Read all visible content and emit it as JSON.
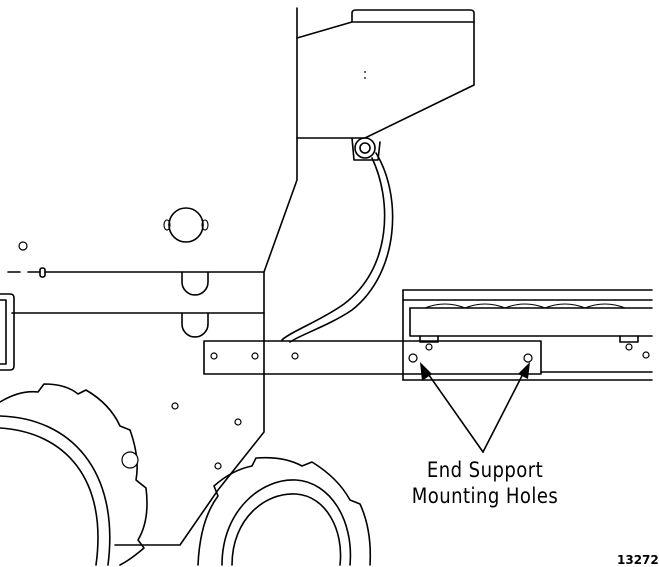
{
  "callout": {
    "line1": "End Support",
    "line2": "Mounting Holes"
  },
  "figure_number": "13272"
}
